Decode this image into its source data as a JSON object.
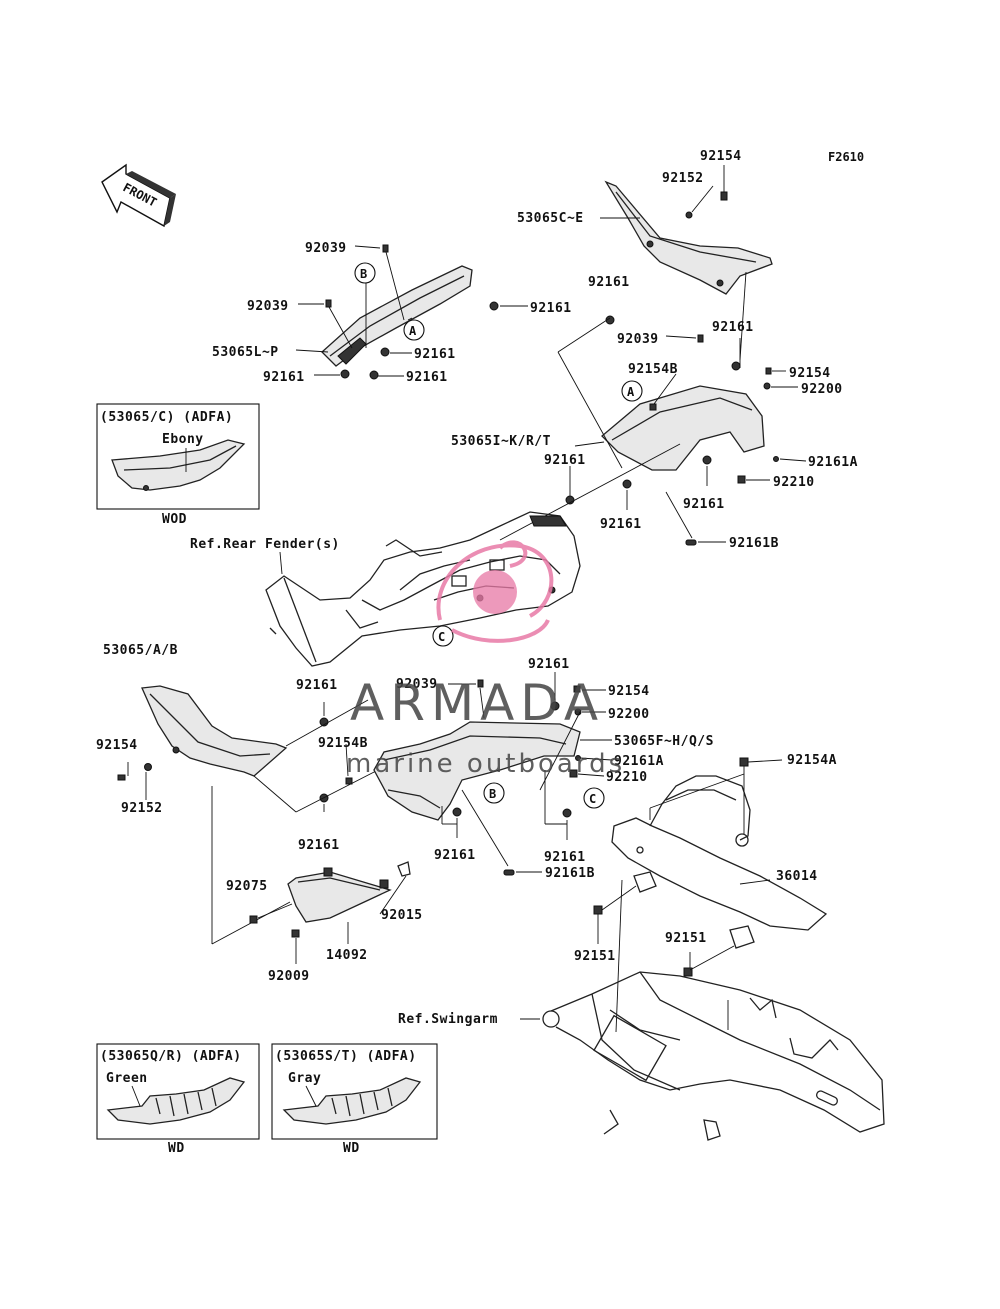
{
  "figure_code": "F2610",
  "front_label": "FRONT",
  "watermark": {
    "brand": "ARMADA",
    "tagline": "marine outboards",
    "colors": {
      "logo": "#e87aa6",
      "text": "#444444"
    }
  },
  "circle_refs": [
    "A",
    "B",
    "C"
  ],
  "part_labels": {
    "p92154_top": "92154",
    "p92152_top": "92152",
    "p53065C_E": "53065C~E",
    "p92039_a": "92039",
    "p92039_b": "92039",
    "p92161_a": "92161",
    "p53065L_P": "53065L~P",
    "p92161_b": "92161",
    "p92161_c": "92161",
    "p92161_d": "92161",
    "p92161_e": "92161",
    "p92039_c": "92039",
    "p92161_f": "92161",
    "p92154B_a": "92154B",
    "p92154_r": "92154",
    "p92200_r": "92200",
    "p53065I_K": "53065I~K/R/T",
    "p92161A_r": "92161A",
    "p92161_g": "92161",
    "p92210_r": "92210",
    "p92161_h": "92161",
    "p92161_i": "92161",
    "p92161B_r": "92161B",
    "ref_rear_fender": "Ref.Rear Fender(s)",
    "p53065_AB": "53065/A/B",
    "p92039_d": "92039",
    "p92161_j": "92161",
    "p92154_m": "92154",
    "p92161_k": "92161",
    "p92200_m": "92200",
    "p92154B_b": "92154B",
    "p53065F_H": "53065F~H/Q/S",
    "p92154_l": "92154",
    "p92161A_m": "92161A",
    "p92210_m": "92210",
    "p92154A": "92154A",
    "p92152_l": "92152",
    "p92161_l": "92161",
    "p92161_m": "92161",
    "p92161_n": "92161",
    "p92161B_m": "92161B",
    "p36014": "36014",
    "p92075": "92075",
    "p92015": "92015",
    "p92151_a": "92151",
    "p92151_b": "92151",
    "p14092": "14092",
    "p92009": "92009",
    "ref_swingarm": "Ref.Swingarm"
  },
  "insets": [
    {
      "header": "(53065/C)  (ADFA)",
      "color": "Ebony",
      "code": "WOD"
    },
    {
      "header": "(53065Q/R) (ADFA)",
      "color": "Green",
      "code": "WD"
    },
    {
      "header": "(53065S/T) (ADFA)",
      "color": "Gray",
      "code": "WD"
    }
  ]
}
